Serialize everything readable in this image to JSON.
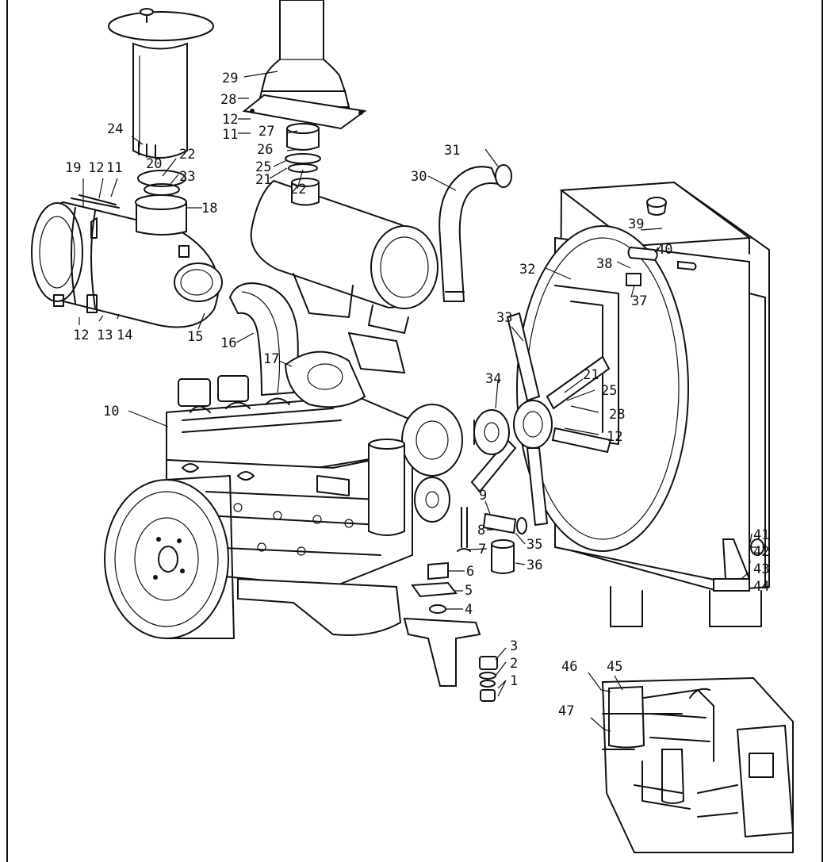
{
  "diagram": {
    "callouts": [
      "1",
      "2",
      "3",
      "4",
      "5",
      "6",
      "7",
      "8",
      "9",
      "10",
      "11",
      "12",
      "13",
      "14",
      "15",
      "16",
      "17",
      "18",
      "19",
      "20",
      "21",
      "22",
      "23",
      "24",
      "25",
      "26",
      "27",
      "28",
      "29",
      "30",
      "31",
      "32",
      "33",
      "34",
      "35",
      "36",
      "37",
      "38",
      "39",
      "40",
      "41",
      "42",
      "43",
      "44",
      "45",
      "46",
      "47"
    ],
    "labels": [
      {
        "text": "29"
      },
      {
        "text": "28"
      },
      {
        "text": "12"
      },
      {
        "text": "11"
      },
      {
        "text": "27"
      },
      {
        "text": "26"
      },
      {
        "text": "25"
      },
      {
        "text": "21"
      },
      {
        "text": "22"
      },
      {
        "text": "24"
      },
      {
        "text": "22"
      },
      {
        "text": "23"
      },
      {
        "text": "20"
      },
      {
        "text": "19"
      },
      {
        "text": "12"
      },
      {
        "text": "11"
      },
      {
        "text": "18"
      },
      {
        "text": "31"
      },
      {
        "text": "30"
      },
      {
        "text": "39"
      },
      {
        "text": "40"
      },
      {
        "text": "32"
      },
      {
        "text": "38"
      },
      {
        "text": "37"
      },
      {
        "text": "12"
      },
      {
        "text": "13"
      },
      {
        "text": "14"
      },
      {
        "text": "15"
      },
      {
        "text": "16"
      },
      {
        "text": "17"
      },
      {
        "text": "33"
      },
      {
        "text": "21"
      },
      {
        "text": "25"
      },
      {
        "text": "34"
      },
      {
        "text": "28"
      },
      {
        "text": "12"
      },
      {
        "text": "10"
      },
      {
        "text": "9"
      },
      {
        "text": "8"
      },
      {
        "text": "7"
      },
      {
        "text": "35"
      },
      {
        "text": "36"
      },
      {
        "text": "41"
      },
      {
        "text": "42"
      },
      {
        "text": "43"
      },
      {
        "text": "44"
      },
      {
        "text": "6"
      },
      {
        "text": "5"
      },
      {
        "text": "4"
      },
      {
        "text": "3"
      },
      {
        "text": "2"
      },
      {
        "text": "1"
      },
      {
        "text": "46"
      },
      {
        "text": "45"
      },
      {
        "text": "47"
      }
    ]
  }
}
